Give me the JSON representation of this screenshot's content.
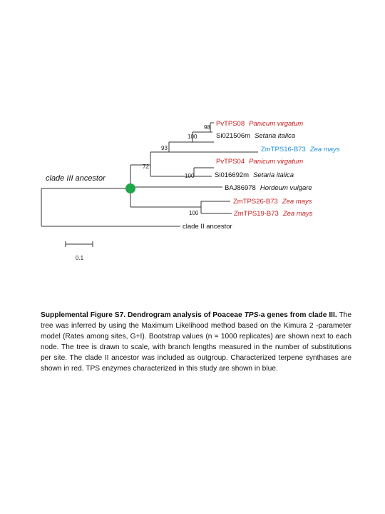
{
  "colors": {
    "characterized": "#cc1f1f",
    "this_study": "#1d8fd6",
    "default": "#111111",
    "ancestor_node": "#1fa84a"
  },
  "tree": {
    "bootstrap": [
      "98",
      "100",
      "93",
      "72",
      "100",
      "100"
    ],
    "taxa": [
      {
        "id": "PvTPS08",
        "name": "PvTPS08",
        "species": "Panicum virgatum",
        "color": "characterized"
      },
      {
        "id": "Si021506m",
        "name": "Si021506m",
        "species": "Setaria italica",
        "color": "default"
      },
      {
        "id": "ZmTPS16-B73",
        "name": "ZmTPS16-B73",
        "species": "Zea mays",
        "color": "this_study"
      },
      {
        "id": "PvTPS04",
        "name": "PvTPS04",
        "species": "Panicum virgatum",
        "color": "characterized"
      },
      {
        "id": "Si016692m",
        "name": "Si016692m",
        "species": "Setaria italica",
        "color": "default"
      },
      {
        "id": "BAJ86978",
        "name": "BAJ86978",
        "species": "Hordeum vulgare",
        "color": "default"
      },
      {
        "id": "ZmTPS26-B73",
        "name": "ZmTPS26-B73",
        "species": "Zea mays",
        "color": "characterized"
      },
      {
        "id": "ZmTPS19-B73",
        "name": "ZmTPS19-B73",
        "species": "Zea mays",
        "color": "characterized"
      },
      {
        "id": "clade-II-ancestor",
        "name": "clade II ancestor",
        "species": "",
        "color": "default"
      }
    ],
    "ancestor_label": "clade III ancestor",
    "scale_bar": "0.1"
  },
  "caption": {
    "title": "Supplemental Figure S7. Dendrogram analysis of Poaceae TPS-a genes from clade III.",
    "title_parts": [
      "Supplemental Figure S7. Dendrogram analysis of Poaceae ",
      "TPS",
      "-a genes from clade III."
    ],
    "body": "The tree was inferred by using the Maximum Likelihood method based on the Kimura 2 -parameter model (Rates among sites, G+I). Bootstrap values (n = 1000 replicates) are shown next to each node. The tree is drawn to scale, with branch lengths measured in the number of substitutions per site. The clade II ancestor was included as outgroup. Characterized terpene synthases are shown in red. TPS enzymes characterized in this study are shown in blue."
  }
}
